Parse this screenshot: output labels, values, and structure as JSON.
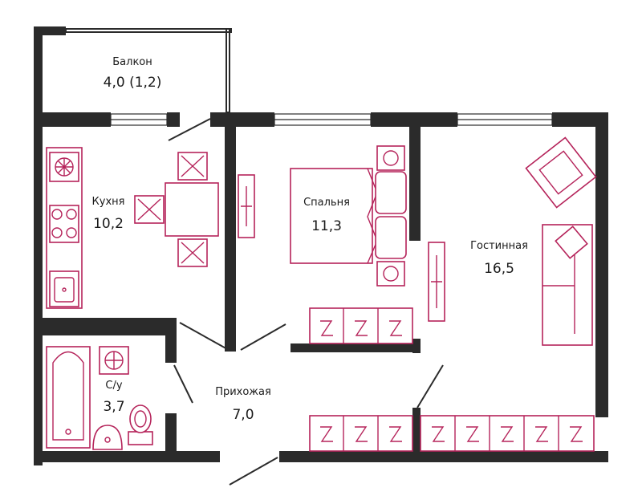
{
  "colors": {
    "wall": "#2b2b2b",
    "furniture": "#b5235a",
    "background": "#ffffff"
  },
  "rooms": {
    "balcony": {
      "name": "Балкон",
      "area": "4,0 (1,2)"
    },
    "kitchen": {
      "name": "Кухня",
      "area": "10,2"
    },
    "bedroom": {
      "name": "Спальня",
      "area": "11,3"
    },
    "living": {
      "name": "Гостинная",
      "area": "16,5"
    },
    "bathroom": {
      "name": "С/у",
      "area": "3,7"
    },
    "hallway": {
      "name": "Прихожая",
      "area": "7,0"
    }
  },
  "icons": [
    "stove-icon",
    "sink-icon",
    "bathtub-icon",
    "toilet-icon",
    "washbasin-icon",
    "bed-icon",
    "sofa-icon",
    "armchair-icon",
    "dining-table-icon",
    "wardrobe-icon",
    "radiator-icon",
    "door-swing-icon"
  ]
}
